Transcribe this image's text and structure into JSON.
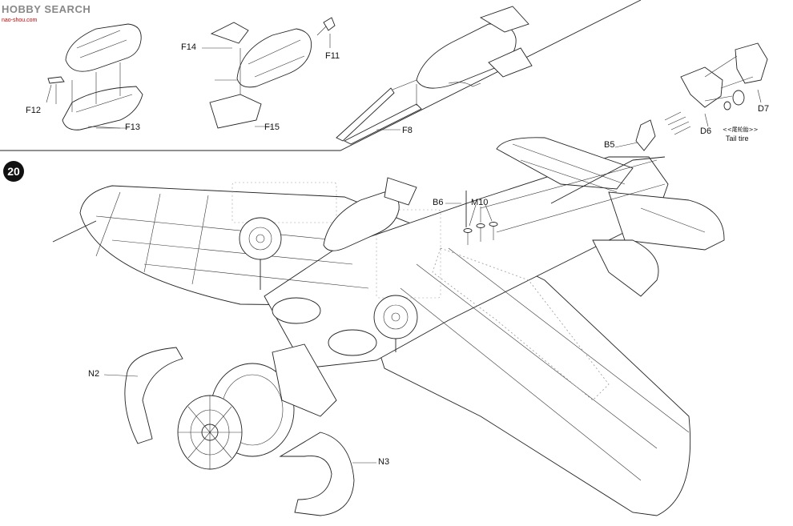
{
  "header": {
    "logo_text": "HOBBY SEARCH",
    "logo_url": "nao-shou.com",
    "step_number": "20"
  },
  "callouts": {
    "f12": "F12",
    "f13": "F13",
    "f14": "F14",
    "f11": "F11",
    "f15": "F15",
    "f8": "F8",
    "b5": "B5",
    "d6": "D6",
    "d7": "D7",
    "tail_tire_cn": "<<尾轮胎>>",
    "tail_tire": "Tail tire",
    "b6": "B6",
    "m10": "M10",
    "n2": "N2",
    "n3": "N3"
  },
  "colors": {
    "line": "#222222",
    "step_badge": "#111111",
    "logo": "#888888"
  }
}
